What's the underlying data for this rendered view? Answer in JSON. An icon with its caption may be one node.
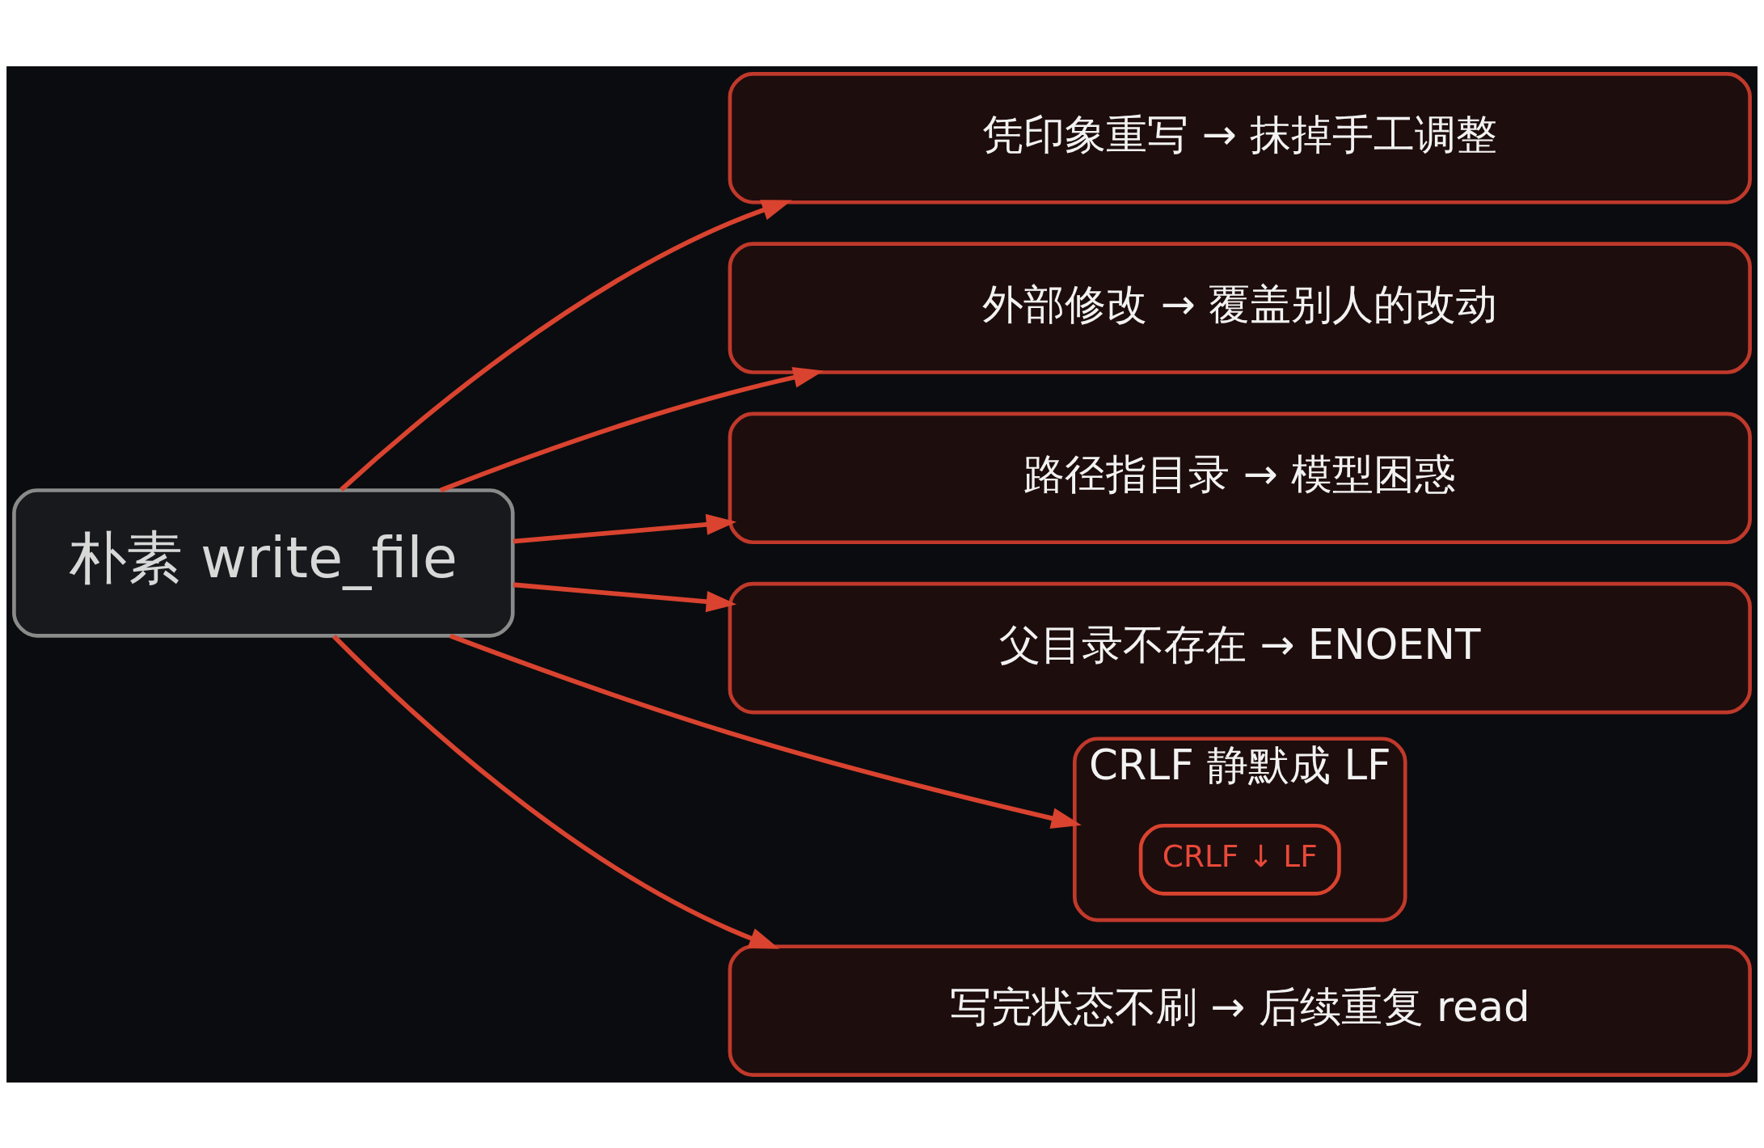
{
  "diagram": {
    "nodes": [
      {
        "text": [
          "朴素 write_file"
        ]
      },
      {
        "text": [
          "凭印象重写 → 抹掉手工调整"
        ]
      },
      {
        "text": [
          "外部修改 → 覆盖别人的改动"
        ]
      },
      {
        "text": [
          "路径指目录 → 模型困惑"
        ]
      },
      {
        "text": [
          "父目录不存在 → ENOENT"
        ]
      },
      {
        "text": [
          "CRLF 静默成 LF"
        ]
      },
      {
        "text": [
          "CRLF ↓ LF"
        ],
        "in": 5
      },
      {
        "text": [
          "写完状态不刷 → 后续重复 read"
        ]
      }
    ],
    "edges": [
      {
        "from": 0,
        "to": 1,
        "arrow": "to"
      },
      {
        "from": 0,
        "to": 2,
        "arrow": "to"
      },
      {
        "from": 0,
        "to": 3,
        "arrow": "to"
      },
      {
        "from": 0,
        "to": 4,
        "arrow": "to"
      },
      {
        "from": 0,
        "to": 5,
        "arrow": "to"
      },
      {
        "from": 0,
        "to": 7,
        "arrow": "to"
      }
    ]
  }
}
